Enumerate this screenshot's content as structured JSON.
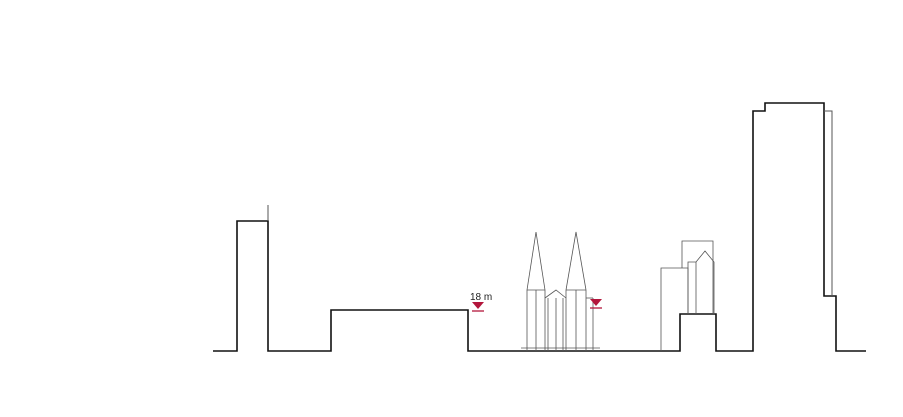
{
  "diagram": {
    "height_label": "18 m",
    "colors": {
      "outline": "#111111",
      "thin_line": "#555555",
      "marker": "#b3163c"
    },
    "markers": [
      {
        "name": "height-marker-left"
      },
      {
        "name": "height-marker-right"
      }
    ]
  }
}
